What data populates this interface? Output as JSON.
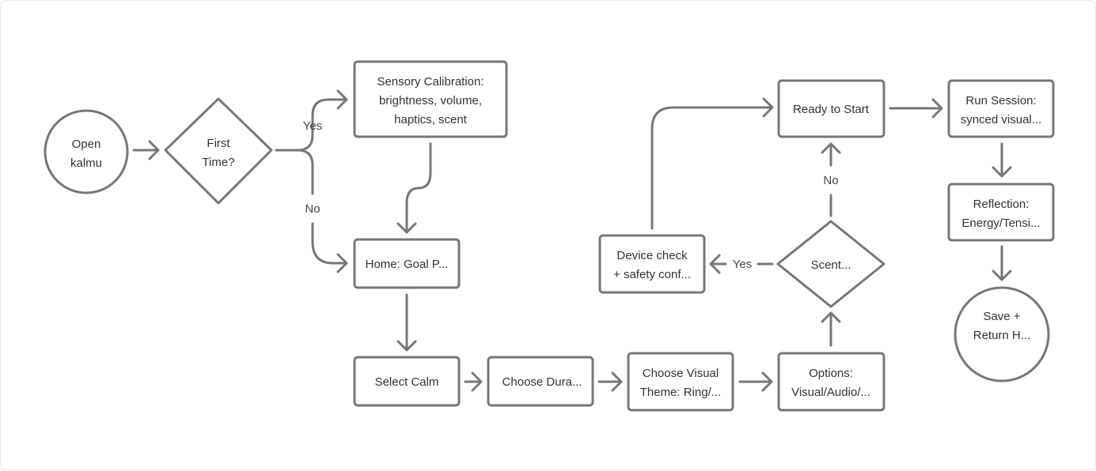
{
  "colors": {
    "stroke": "#777777",
    "text": "#333333",
    "background": "#ffffff"
  },
  "nodes": {
    "open": {
      "line1": "Open",
      "line2": "kalmu"
    },
    "first_time": {
      "line1": "First",
      "line2": "Time?"
    },
    "sensory": {
      "line1": "Sensory Calibration:",
      "line2": "brightness, volume,",
      "line3": "haptics, scent"
    },
    "home": {
      "line1": "Home: Goal P..."
    },
    "select_calm": {
      "line1": "Select Calm"
    },
    "choose_duration": {
      "line1": "Choose Dura..."
    },
    "choose_visual": {
      "line1": "Choose Visual",
      "line2": "Theme: Ring/..."
    },
    "options": {
      "line1": "Options:",
      "line2": "Visual/Audio/..."
    },
    "scent": {
      "line1": "Scent..."
    },
    "device_check": {
      "line1": "Device check",
      "line2": "+ safety conf..."
    },
    "ready": {
      "line1": "Ready to Start"
    },
    "run_session": {
      "line1": "Run Session:",
      "line2": "synced visual..."
    },
    "reflection": {
      "line1": "Reflection:",
      "line2": "Energy/Tensi..."
    },
    "save": {
      "line1": "Save +",
      "line2": "Return H..."
    }
  },
  "edges": {
    "yes_1": "Yes",
    "no_1": "No",
    "yes_2": "Yes",
    "no_2": "No"
  }
}
